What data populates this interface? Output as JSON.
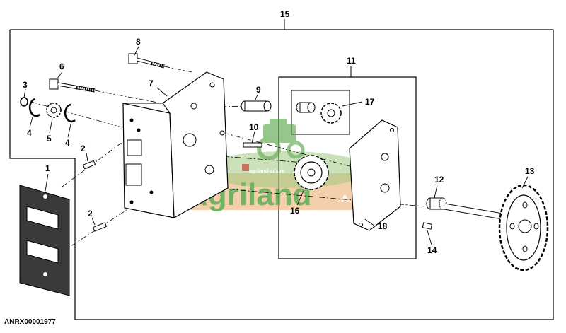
{
  "diagram": {
    "reference_code": "ANRX00001977",
    "callouts": {
      "c1": "1",
      "c2a": "2",
      "c2b": "2",
      "c3": "3",
      "c4a": "4",
      "c4b": "4",
      "c5": "5",
      "c6": "6",
      "c7": "7",
      "c8": "8",
      "c9": "9",
      "c10": "10",
      "c11": "11",
      "c12": "12",
      "c13": "13",
      "c14": "14",
      "c15": "15",
      "c16": "16",
      "c17": "17",
      "c18": "18"
    }
  },
  "watermark": {
    "brand": "Agriland",
    "suffix": "A.D.S.",
    "small_text": "agriland-ads.ro",
    "colors": {
      "green": "#5aa64a",
      "orange": "#e8a15a",
      "red": "#c0392b"
    }
  },
  "colors": {
    "line": "#000000",
    "part_fill": "#ffffff",
    "gasket_fill": "#3a3a3a"
  }
}
